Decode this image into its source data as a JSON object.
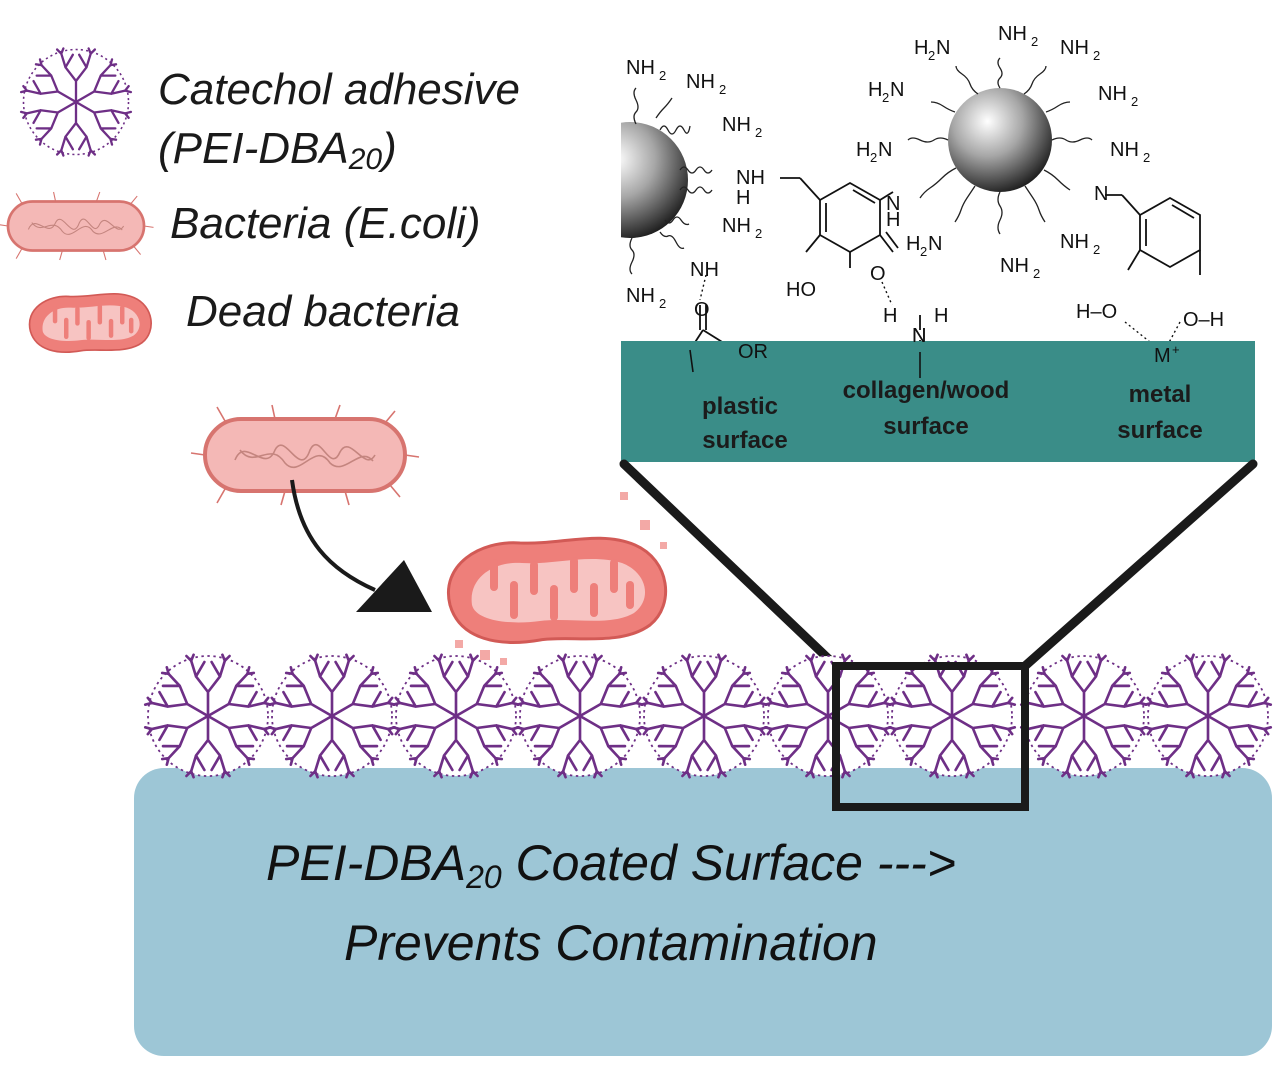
{
  "legend": {
    "adhesive_line1": "Catechol adhesive",
    "adhesive_line2_main": "(PEI-DBA",
    "adhesive_line2_sub": "20",
    "adhesive_line2_end": ")",
    "bacteria": "Bacteria (E.coli)",
    "dead_bacteria": "Dead bacteria"
  },
  "panel": {
    "plastic_1": "plastic",
    "plastic_2": "surface",
    "collagen_1": "collagen/wood",
    "collagen_2": "surface",
    "metal_1": "metal",
    "metal_2": "surface",
    "amine": "NH",
    "amine_sub": "2",
    "amine_rev": "H",
    "amine_rev_n": "N",
    "ho": "HO",
    "o": "O",
    "h": "H",
    "n": "N",
    "nh": "NH",
    "or": "OR",
    "h_o_left": "H–O",
    "o_h_right": "O–H",
    "metal_ion": "M",
    "metal_charge": "+"
  },
  "surface": {
    "line1_main": "PEI-DBA",
    "line1_sub": "20",
    "line1_end": " Coated Surface --->",
    "line2": "Prevents Contamination"
  },
  "colors": {
    "dendrimer": "#6e2f86",
    "bacteria_fill": "#f4b8b6",
    "bacteria_stroke": "#d7746f",
    "dead_fill": "#ee7f7a",
    "teal": "#3a8d88",
    "surface_blue": "#9dc6d6",
    "frame": "#1a1a1a"
  }
}
